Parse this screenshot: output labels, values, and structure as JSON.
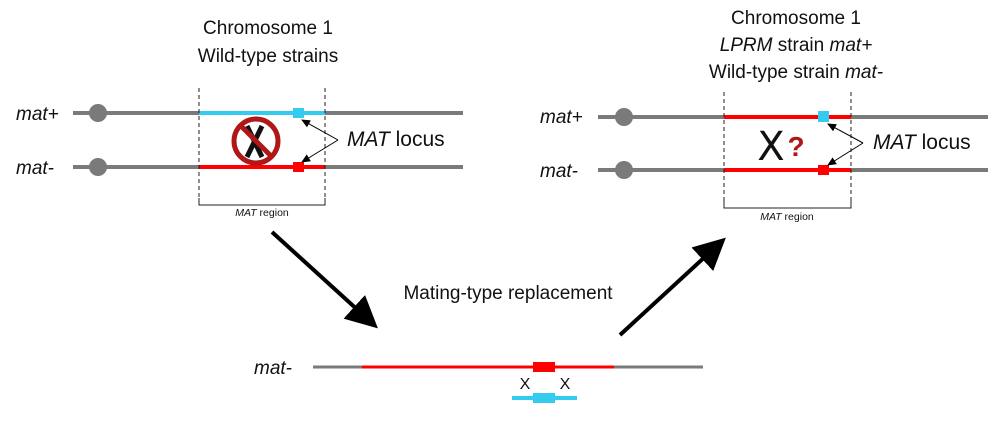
{
  "colors": {
    "chromosome": "#7a7a7a",
    "mat_plus": "#33ccf0",
    "mat_minus": "#ff0000",
    "prohibit": "#b01818",
    "question": "#b01818",
    "text": "#111111"
  },
  "left_panel": {
    "title_line1": "Chromosome 1",
    "title_line2": "Wild-type strains",
    "strand_top_label": "mat+",
    "strand_bottom_label": "mat-",
    "locus_label_italic": "MAT",
    "locus_label_rest": " locus",
    "region_label_italic": "MAT",
    "region_label_rest": " region",
    "crossover_symbol": "X",
    "crossover_status": "prohibited",
    "top_region_allele": "mat+",
    "bottom_region_allele": "mat-"
  },
  "right_panel": {
    "title_line1": "Chromosome 1",
    "title_line2_italic": "LPRM",
    "title_line2_rest": " strain ",
    "title_line2_italic2": "mat+",
    "title_line3_rest": "Wild-type strain ",
    "title_line3_italic": "mat-",
    "strand_top_label": "mat+",
    "strand_bottom_label": "mat-",
    "locus_label_italic": "MAT",
    "locus_label_rest": " locus",
    "region_label_italic": "MAT",
    "region_label_rest": " region",
    "crossover_symbol": "X",
    "question_symbol": "?",
    "top_region_allele": "mat-",
    "top_locus_allele": "mat+",
    "bottom_region_allele": "mat-"
  },
  "bottom": {
    "process_label": "Mating-type replacement",
    "strand_label": "mat-",
    "crossover_left": "X",
    "crossover_right": "X"
  }
}
